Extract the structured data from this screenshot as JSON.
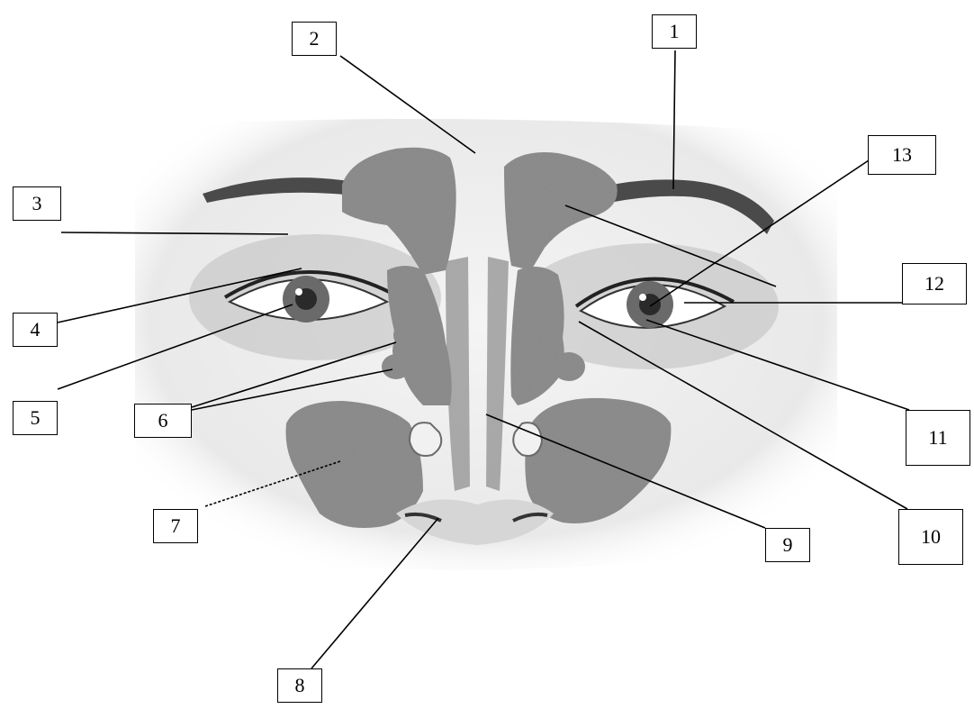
{
  "labels": [
    "1",
    "2",
    "3",
    "4",
    "5",
    "6",
    "7",
    "8",
    "9",
    "10",
    "11",
    "12",
    "13"
  ],
  "colors": {
    "line": "#000000",
    "skin": "#f1f1f1",
    "sinus": "#8f8f8f",
    "shadow": "#9c9c9c",
    "brow": "#3a3a3a"
  }
}
